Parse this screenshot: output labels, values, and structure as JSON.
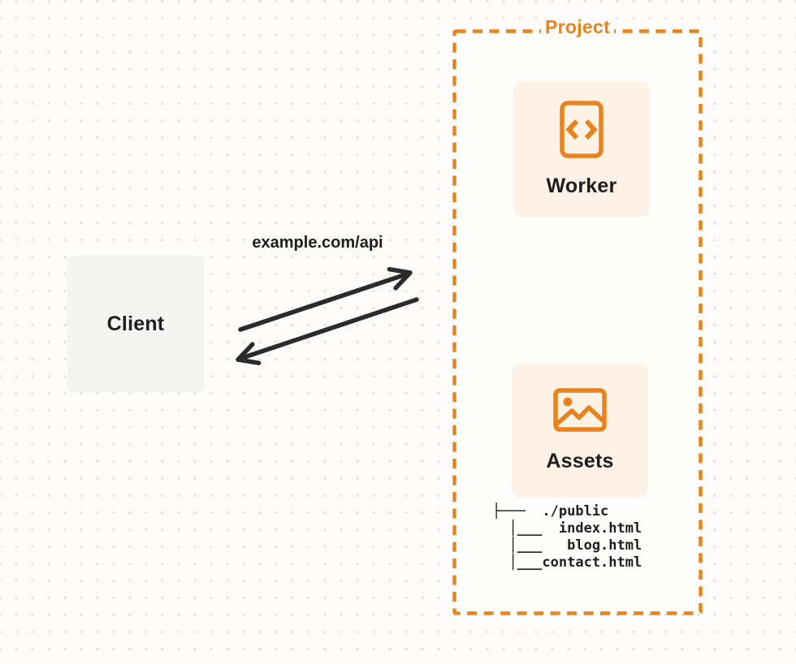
{
  "project": {
    "label": "Project",
    "worker": {
      "label": "Worker",
      "icon": "code-brackets-icon"
    },
    "assets": {
      "label": "Assets",
      "icon": "image-icon"
    },
    "file_tree": {
      "lines": [
        "├───  ./public",
        "  │___  index.html",
        "  │___   blog.html",
        "  │___contact.html"
      ]
    }
  },
  "client": {
    "label": "Client"
  },
  "request": {
    "label": "example.com/api"
  },
  "colors": {
    "accent_orange": "#E8831D",
    "card_cream": "#FCF3E6",
    "client_gray": "#F4F4F3",
    "arrow_dark": "#2B2B2B",
    "text_dark": "#1E1E1E",
    "dot_grid": "#E2E0DD",
    "background": "#FDFCFA"
  }
}
